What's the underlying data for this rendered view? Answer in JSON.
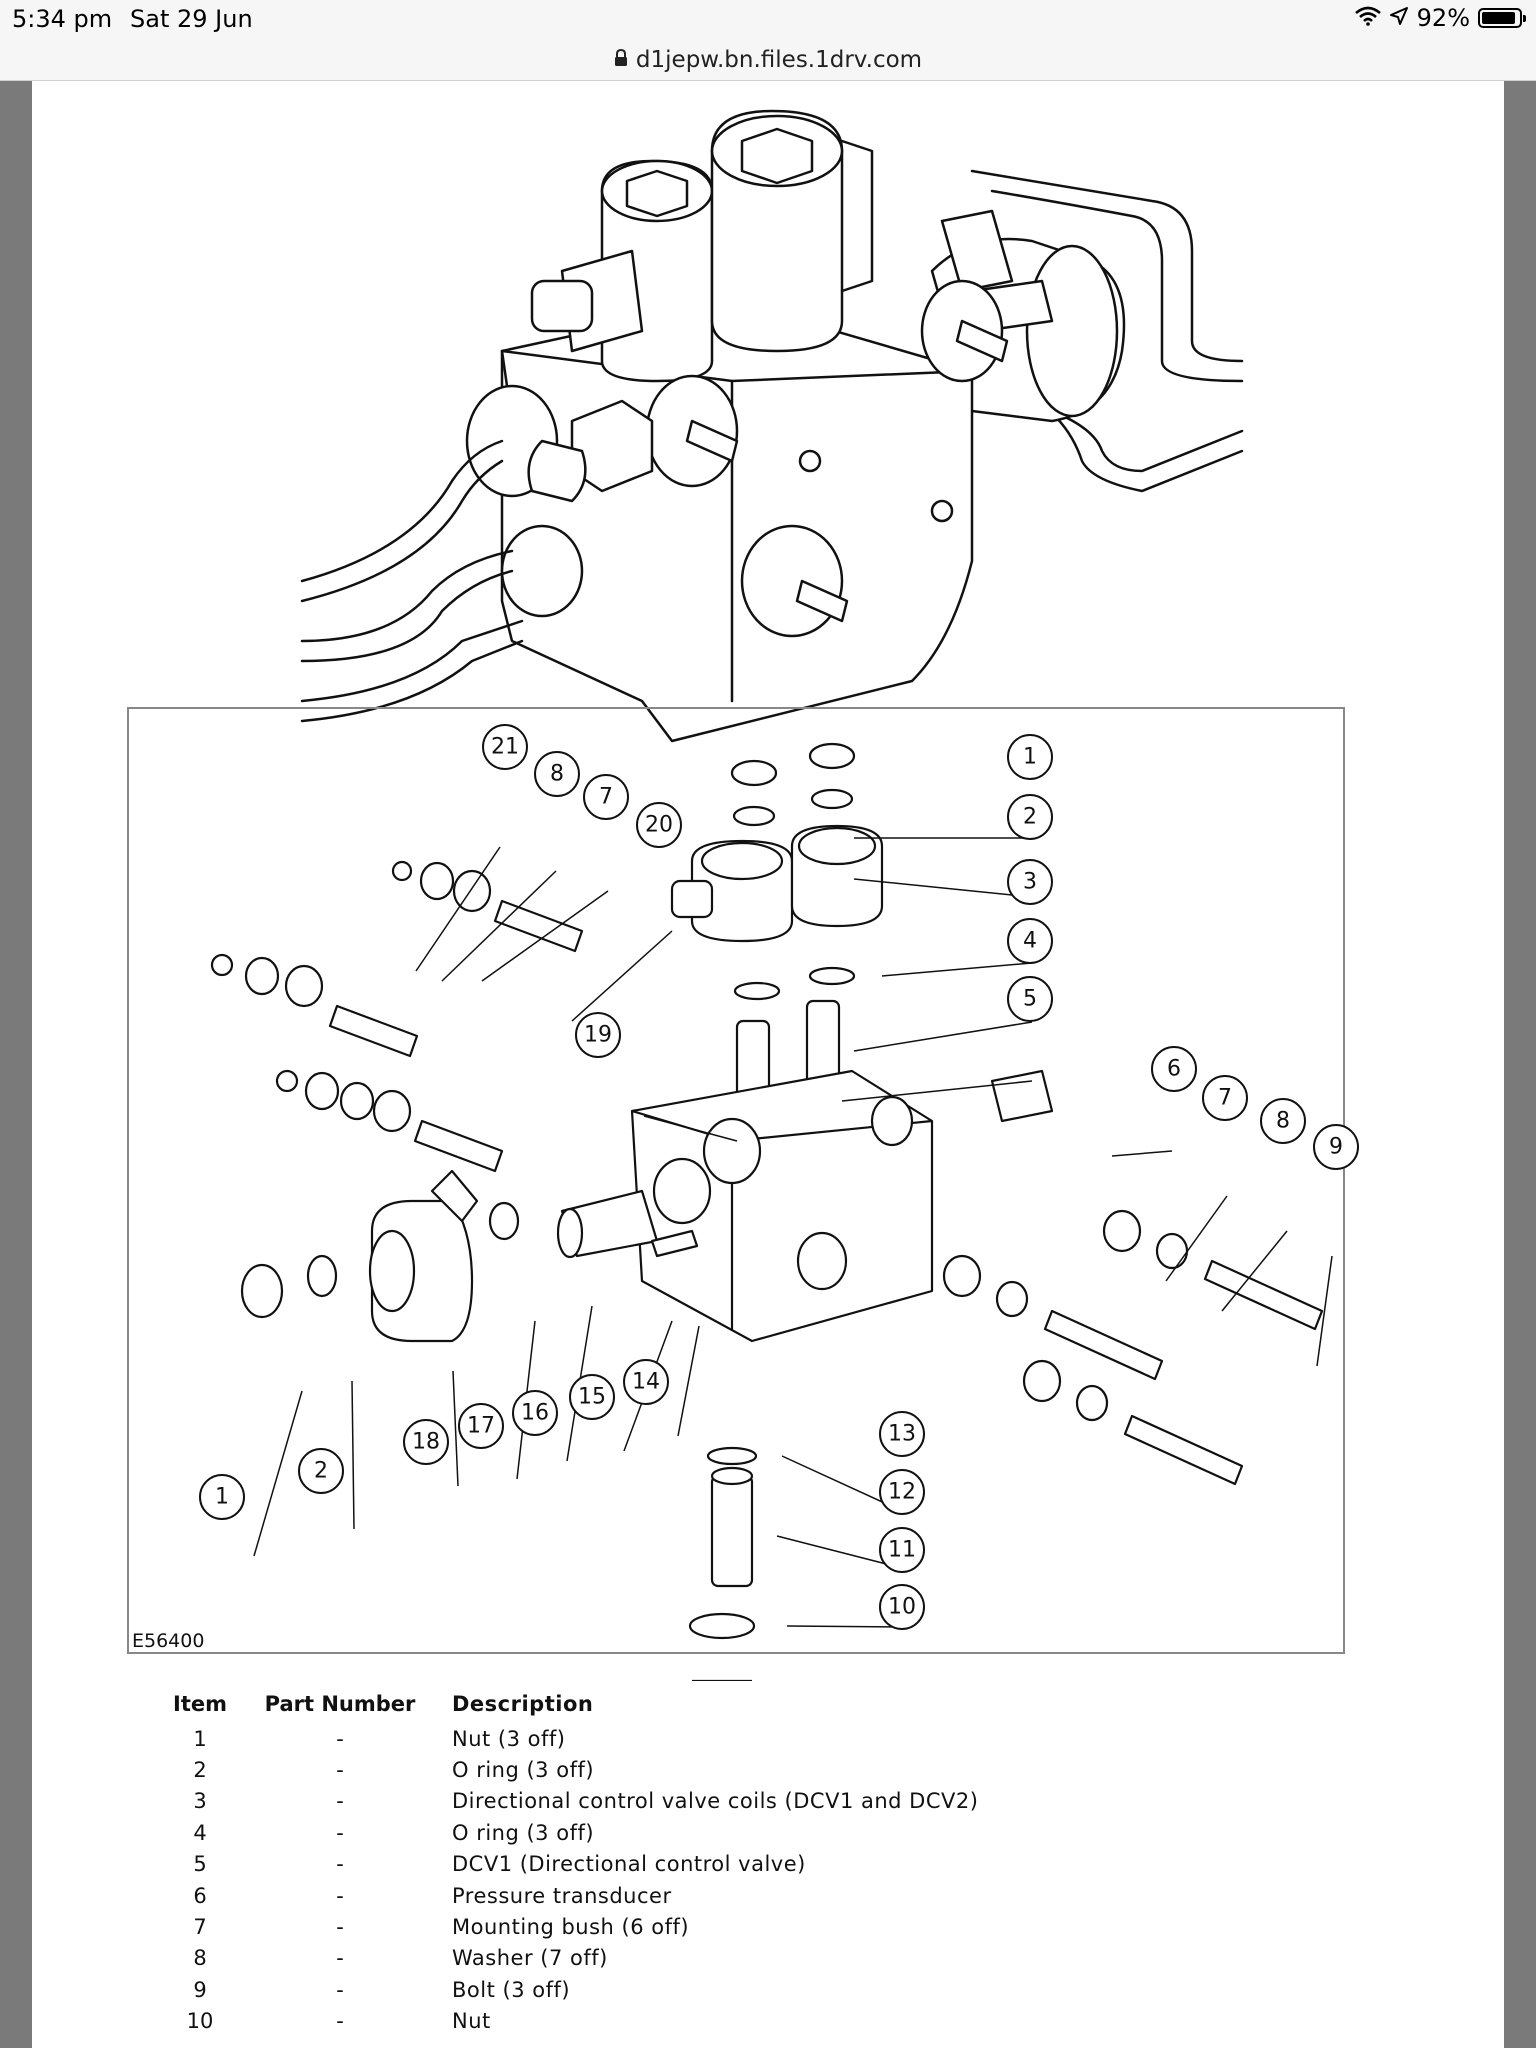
{
  "status_bar": {
    "time": "5:34 pm",
    "date": "Sat 29 Jun",
    "battery_percent": "92%",
    "battery_level": 0.92,
    "icons": [
      "wifi-icon",
      "location-arrow-icon",
      "battery-icon"
    ]
  },
  "browser": {
    "url": "d1jepw.bn.files.1drv.com",
    "lock_icon": "lock-icon"
  },
  "figure": {
    "reference_code": "E56400",
    "callouts": [
      "21",
      "8",
      "7",
      "20",
      "1",
      "2",
      "3",
      "4",
      "5",
      "19",
      "6",
      "7",
      "8",
      "9",
      "1",
      "2",
      "18",
      "17",
      "16",
      "15",
      "14",
      "13",
      "12",
      "11",
      "10"
    ]
  },
  "parts_table": {
    "headers": {
      "item": "Item",
      "part_number": "Part Number",
      "description": "Description"
    },
    "rows": [
      {
        "item": "1",
        "part_number": "-",
        "description": "Nut (3 off)"
      },
      {
        "item": "2",
        "part_number": "-",
        "description": "O ring (3 off)"
      },
      {
        "item": "3",
        "part_number": "-",
        "description": "Directional control valve coils (DCV1 and DCV2)"
      },
      {
        "item": "4",
        "part_number": "-",
        "description": "O ring (3 off)"
      },
      {
        "item": "5",
        "part_number": "-",
        "description": "DCV1 (Directional control valve)"
      },
      {
        "item": "6",
        "part_number": "-",
        "description": "Pressure transducer"
      },
      {
        "item": "7",
        "part_number": "-",
        "description": "Mounting bush (6 off)"
      },
      {
        "item": "8",
        "part_number": "-",
        "description": "Washer (7 off)"
      },
      {
        "item": "9",
        "part_number": "-",
        "description": "Bolt (3 off)"
      },
      {
        "item": "10",
        "part_number": "-",
        "description": "Nut"
      }
    ]
  }
}
